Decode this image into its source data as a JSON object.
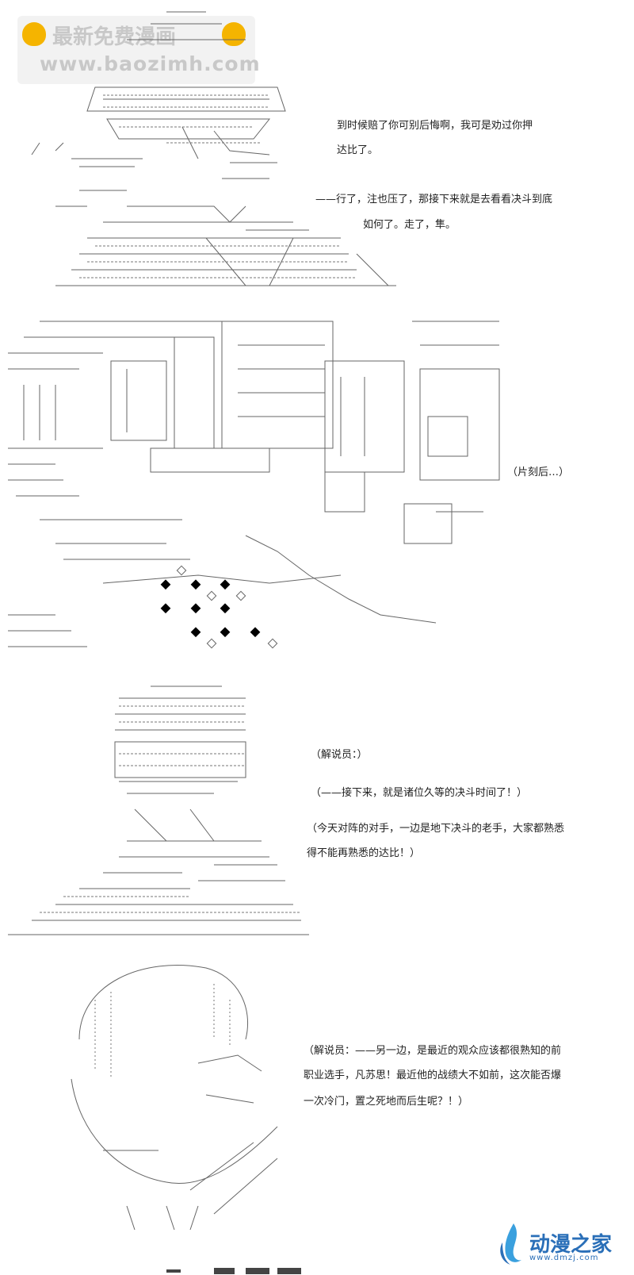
{
  "watermark_top": {
    "line1": "最新免费漫画",
    "line2": "www.baozimh.com"
  },
  "panel1": {
    "lines": [
      "到时候赔了你可别后悔啊，我可是劝过你押",
      "达比了。",
      "——行了，注也压了，那接下来就是去看看决斗到底",
      "如何了。走了，隼。"
    ]
  },
  "panel2": {
    "caption": "（片刻后…）"
  },
  "panel3": {
    "lines": [
      "（解说员：）",
      "（——接下来，就是诸位久等的决斗时间了！）",
      "（今天对阵的对手，一边是地下决斗的老手，大家都熟悉",
      "得不能再熟悉的达比！）"
    ]
  },
  "panel4": {
    "lines": [
      "（解说员：——另一边，是最近的观众应该都很熟知的前",
      "职业选手，凡苏思！最近他的战绩大不如前，这次能否爆",
      "一次冷门，置之死地而后生呢？！）"
    ]
  },
  "logo": {
    "main": "动漫之家",
    "sub": "www.dmzj.com",
    "color": "#2a6fb8"
  }
}
